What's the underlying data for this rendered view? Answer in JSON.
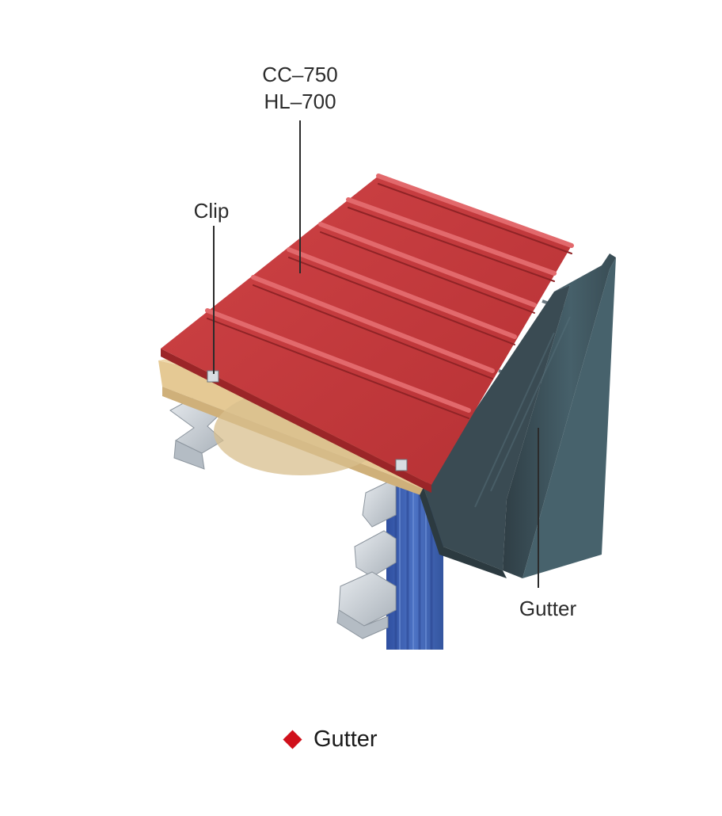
{
  "labels": {
    "panel_line1": "CC–750",
    "panel_line2": "HL–700",
    "clip": "Clip",
    "gutter": "Gutter"
  },
  "caption": {
    "text": "Gutter",
    "marker_color": "#d0101b"
  },
  "colors": {
    "roof": "#c4383b",
    "roof_dark": "#9b2528",
    "roof_light": "#e0676a",
    "insulation": "#e8cf9c",
    "purlin": "#c9cfd4",
    "wall": "#3f62b4",
    "gutter": "#3d4f57"
  }
}
